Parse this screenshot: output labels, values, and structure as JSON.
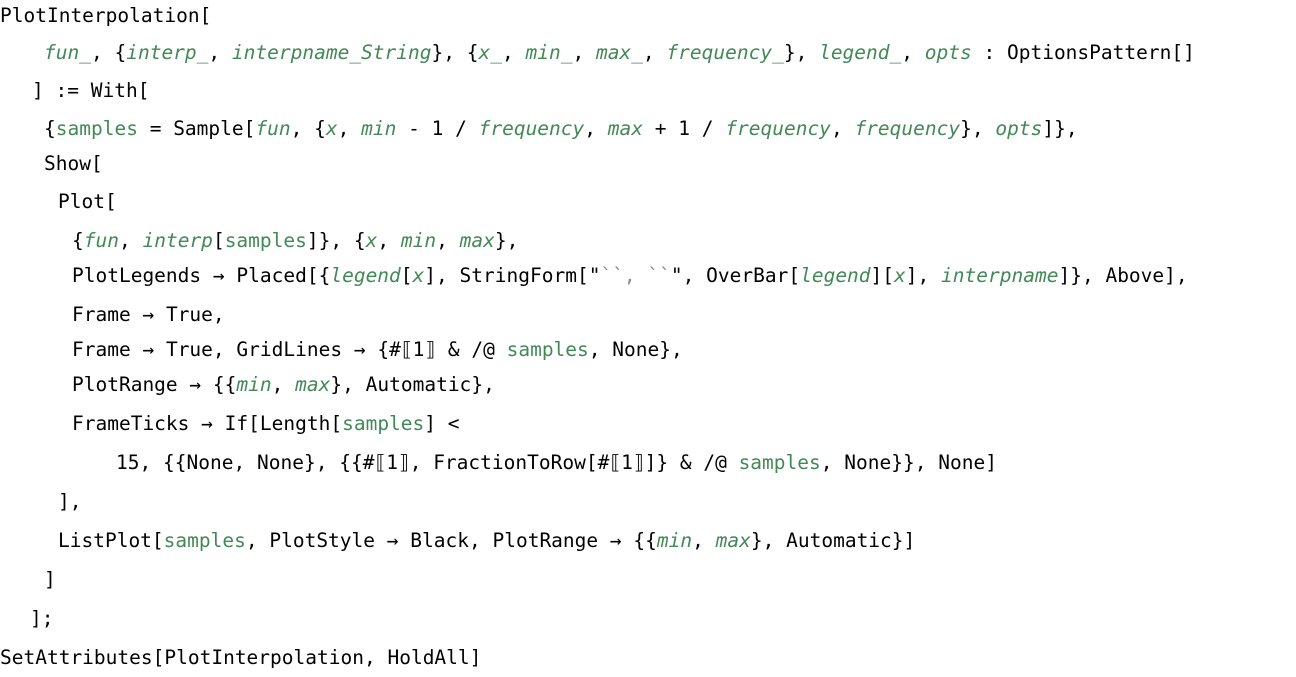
{
  "colors": {
    "background": "#ffffff",
    "text": "#000000",
    "pattern_variable": "#438958",
    "string_content": "#8a8a8a"
  },
  "code": {
    "lines": [
      "PlotInterpolation[",
      "fun_, {interp_, interpname_String}, {x_, min_, max_, frequency_}, legend_, opts : OptionsPattern[]",
      "] := With[",
      "{samples = Sample[fun, {x, min - 1 / frequency, max + 1 / frequency, frequency}, opts]},",
      "Show[",
      "Plot[",
      "{fun, interp[samples]}, {x, min, max},",
      "PlotLegends → Placed[{legend[x], StringForm[\"``, ``\", OverBar[legend][x], interpname]}, Above],",
      "Frame → True,",
      "Frame → True, GridLines → {#⟦1⟧ & /@ samples, None},",
      "PlotRange → {{min, max}, Automatic},",
      "FrameTicks → If[Length[samples] <",
      "15, {{None, None}, {{#⟦1⟧, FractionToRow[#⟦1⟧]} & /@ samples, None}}, None]",
      "],",
      "ListPlot[samples, PlotStyle → Black, PlotRange → {{min, max}, Automatic}]",
      "]",
      "];",
      "SetAttributes[PlotInterpolation, HoldAll]"
    ]
  }
}
